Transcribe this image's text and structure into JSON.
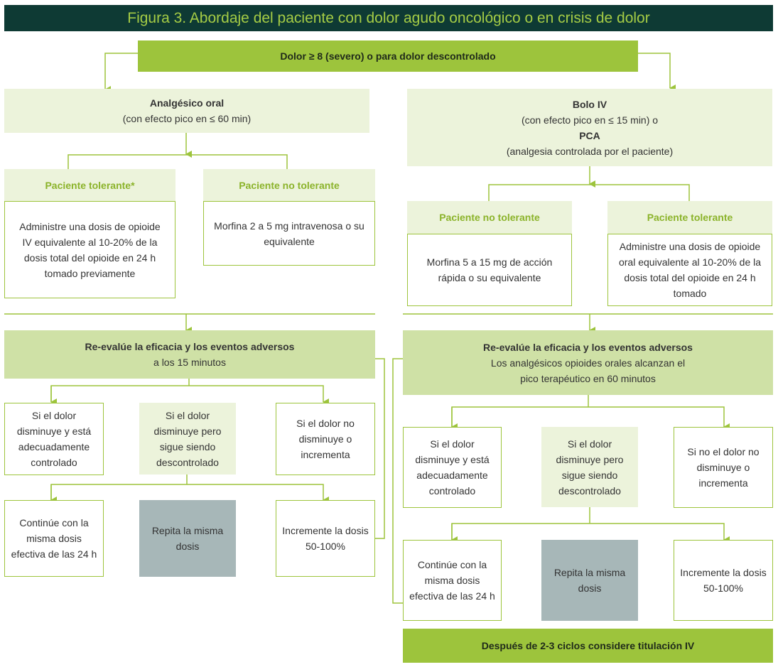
{
  "title": "Figura 3. Abordaje del paciente con dolor agudo oncológico o en crisis de dolor",
  "top": "Dolor ≥ 8 (severo) o para dolor descontrolado",
  "left": {
    "header_bold": "Analgésico oral",
    "header_sub": "(con efecto pico en ≤ 60 min)",
    "tolerant_label": "Paciente tolerante*",
    "tolerant_text": "Administre una dosis de opioide IV equivalente al 10-20% de la dosis total del opioide en 24 h tomado previamente",
    "nontolerant_label": "Paciente no tolerante",
    "nontolerant_text": "Morfina 2 a 5 mg intravenosa o su equivalente",
    "reeval_bold": "Re-evalúe la eficacia y los eventos adversos",
    "reeval_sub": "a los 15 minutos",
    "case1": "Si el dolor disminuye y está adecuadamente controlado",
    "case2": "Si el dolor disminuye pero sigue siendo descontrolado",
    "case3": "Si el dolor no disminuye o incrementa",
    "action1": "Continúe con la misma dosis efectiva de las 24 h",
    "action2": "Repita la misma dosis",
    "action3": "Incremente la dosis 50-100%"
  },
  "right": {
    "header_bold1": "Bolo IV",
    "header_sub1": "(con efecto pico en ≤ 15 min) o",
    "header_bold2": "PCA",
    "header_sub2": "(analgesia controlada por el paciente)",
    "nontolerant_label": "Paciente no tolerante",
    "nontolerant_text": "Morfina 5 a 15 mg de acción rápida o su equivalente",
    "tolerant_label": "Paciente tolerante",
    "tolerant_text": "Administre una dosis de opioide oral equivalente al 10-20% de la dosis total del opioide en 24 h tomado",
    "reeval_bold": "Re-evalúe la eficacia y los eventos adversos",
    "reeval_sub": "Los analgésicos opioides orales alcanzan el pico terapéutico en 60 minutos",
    "case1": "Si el dolor disminuye y está adecuadamente controlado",
    "case2": "Si el dolor disminuye pero sigue siendo descontrolado",
    "case3": "Si no el dolor no disminuye o incrementa",
    "action1": "Continúe con la misma dosis efectiva de las 24 h",
    "action2": "Repita la misma dosis",
    "action3": "Incremente la dosis 50-100%",
    "footer": "Después de 2-3 ciclos considere titulación IV"
  },
  "colors": {
    "title_bg": "#0e3a34",
    "title_text": "#a5cc45",
    "accent": "#9dc43c",
    "light": "#ecf3db",
    "mid": "#cfe1a6",
    "gray": "#a7b7b8"
  }
}
